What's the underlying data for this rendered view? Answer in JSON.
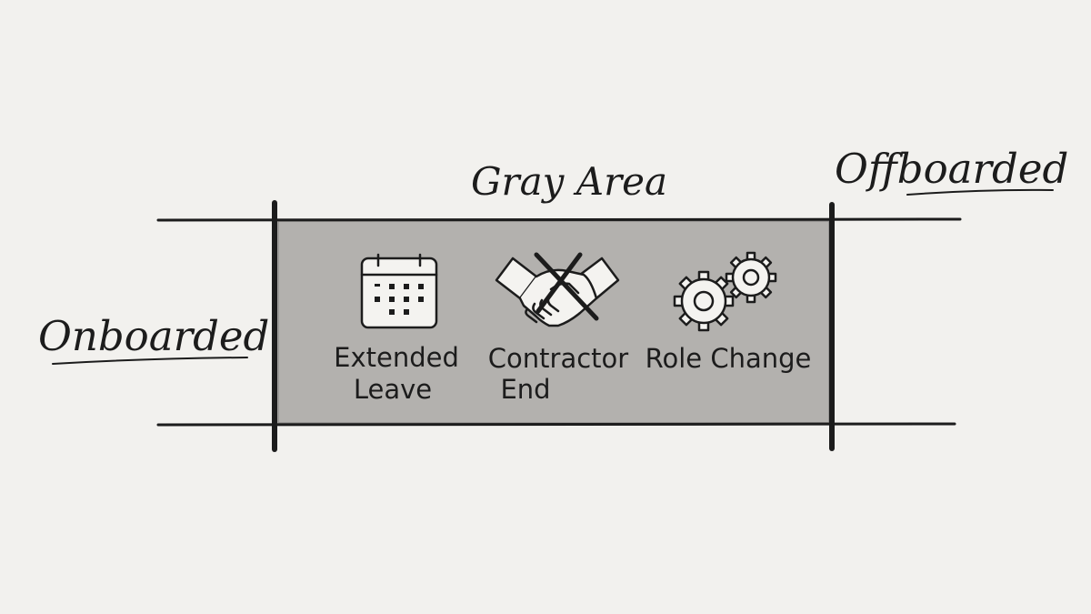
{
  "labels": {
    "left": "Onboarded",
    "middle": "Gray Area",
    "right": "Offboarded"
  },
  "items": [
    {
      "icon": "calendar-icon",
      "line1": "Extended",
      "line2": "Leave"
    },
    {
      "icon": "crossed-handshake-icon",
      "line1": "Contractor",
      "line2": "End"
    },
    {
      "icon": "gears-icon",
      "line1": "Role Change",
      "line2": ""
    }
  ],
  "colors": {
    "background": "#f2f1ee",
    "gray_area": "#b3b1ae",
    "ink": "#1c1c1c"
  }
}
